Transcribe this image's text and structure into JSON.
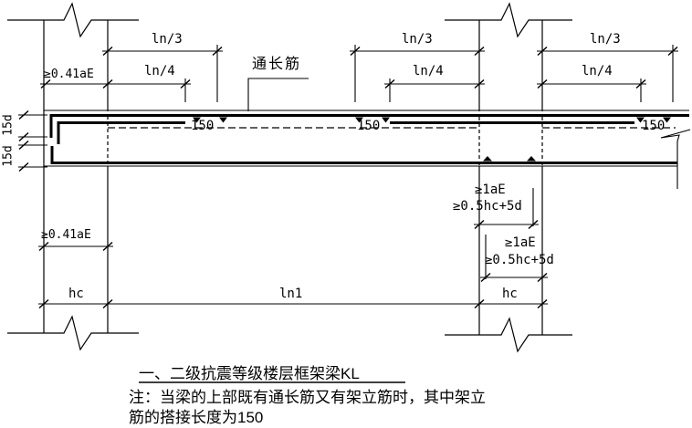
{
  "figure": {
    "title": "一、二级抗震等级楼层框架梁KL",
    "notes": [
      "注：当梁的上部既有通长筋又有架立筋时，其中架立",
      "筋的搭接长度为150"
    ],
    "labels": {
      "ln_third": "ln/3",
      "ln_quarter": "ln/4",
      "through_bar": "通长筋",
      "lap_length": "150",
      "hook_length": "15d",
      "end_anchorage": "≥0.41aE",
      "bottom_anchorage_lae": "≥1aE",
      "bottom_anchorage_hc": "≥0.5hc+5d",
      "column_width": "hc",
      "clear_span": "ln1"
    },
    "colors": {
      "ink": "#000000",
      "paper": "#ffffff"
    }
  }
}
